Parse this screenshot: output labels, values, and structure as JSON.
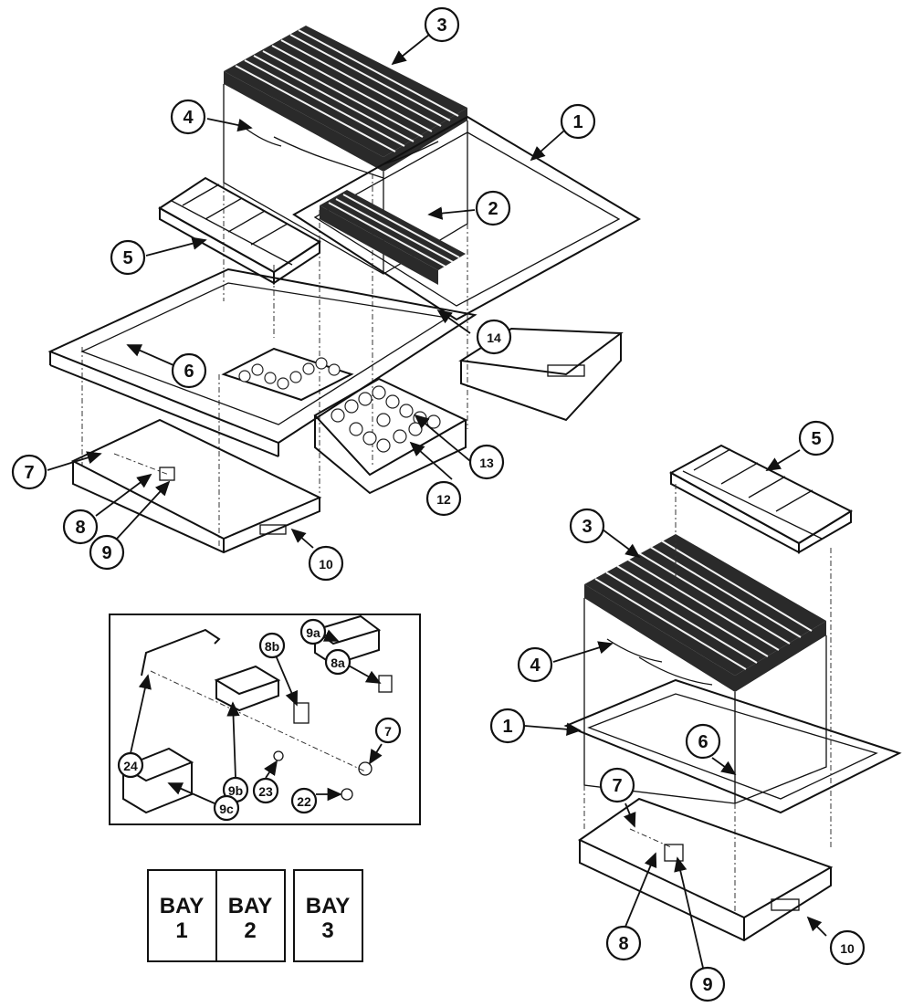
{
  "callouts": {
    "c1a": "1",
    "c2": "2",
    "c3a": "3",
    "c4a": "4",
    "c5a": "5",
    "c6a": "6",
    "c7a": "7",
    "c8a": "8",
    "c9a": "9",
    "c10a": "10",
    "c12": "12",
    "c13": "13",
    "c14": "14",
    "c5b": "5",
    "c3b": "3",
    "c4b": "4",
    "c1b": "1",
    "c6b": "6",
    "c7b": "7",
    "c8b": "8",
    "c9b": "9",
    "c10b": "10",
    "i9a": "9a",
    "i8b": "8b",
    "i8a": "8a",
    "i7": "7",
    "i24": "24",
    "i9b": "9b",
    "i23": "23",
    "i22": "22",
    "i9c": "9c"
  },
  "bays": {
    "bay1_line1": "BAY",
    "bay1_line2": "1",
    "bay2_line1": "BAY",
    "bay2_line2": "2",
    "bay3_line1": "BAY",
    "bay3_line2": "3"
  }
}
